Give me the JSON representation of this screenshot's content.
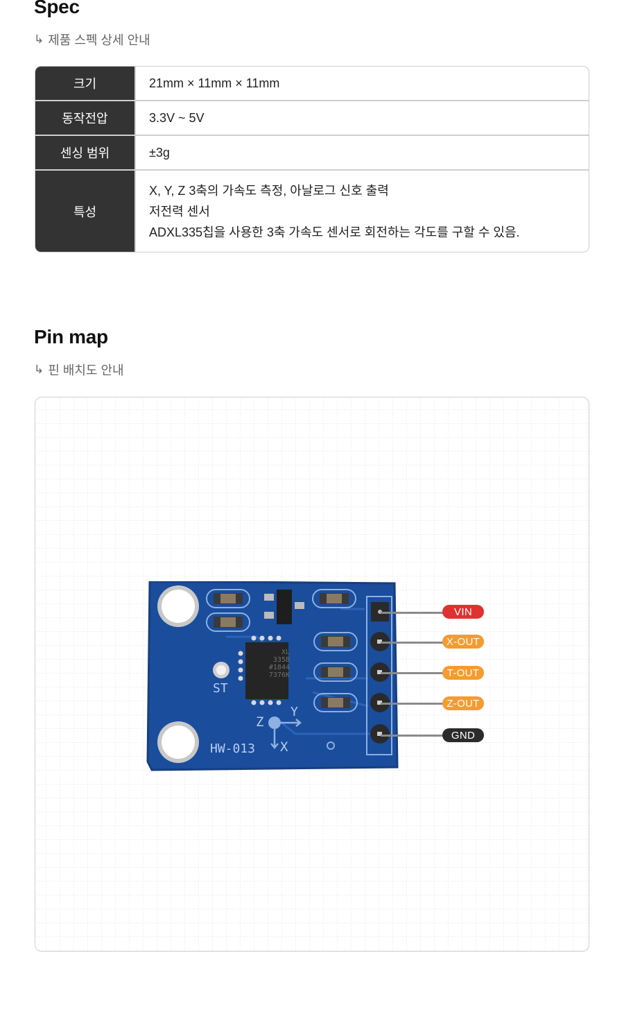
{
  "spec": {
    "title": "Spec",
    "subtitle_arrow": "↳",
    "subtitle": "제품 스펙 상세 안내",
    "rows": [
      {
        "key": "크기",
        "values": [
          "21mm × 11mm × 11mm"
        ]
      },
      {
        "key": "동작전압",
        "values": [
          "3.3V ~ 5V"
        ]
      },
      {
        "key": "센싱 범위",
        "values": [
          "±3g"
        ]
      },
      {
        "key": "특성",
        "values": [
          "X, Y, Z 3축의 가속도 측정, 아날로그 신호 출력",
          "저전력 센서",
          "ADXL335칩을 사용한 3축 가속도 센서로 회전하는 각도를 구할 수 있음."
        ]
      }
    ]
  },
  "pinmap": {
    "title": "Pin map",
    "subtitle_arrow": "↳",
    "subtitle": "핀 배치도 안내",
    "board": {
      "model": "HW-013",
      "chip_lines": [
        "XL",
        "335B",
        "#1844",
        "7376K"
      ],
      "silk_st": "ST",
      "silk_z": "Z",
      "silk_y": "Y",
      "silk_x": "X",
      "pcb_color": "#1a4d9c"
    },
    "pins": [
      {
        "label": "VIN",
        "color": "#e03131"
      },
      {
        "label": "X-OUT",
        "color": "#f59b2f"
      },
      {
        "label": "T-OUT",
        "color": "#f59b2f"
      },
      {
        "label": "Z-OUT",
        "color": "#f59b2f"
      },
      {
        "label": "GND",
        "color": "#2b2b2b"
      }
    ]
  }
}
